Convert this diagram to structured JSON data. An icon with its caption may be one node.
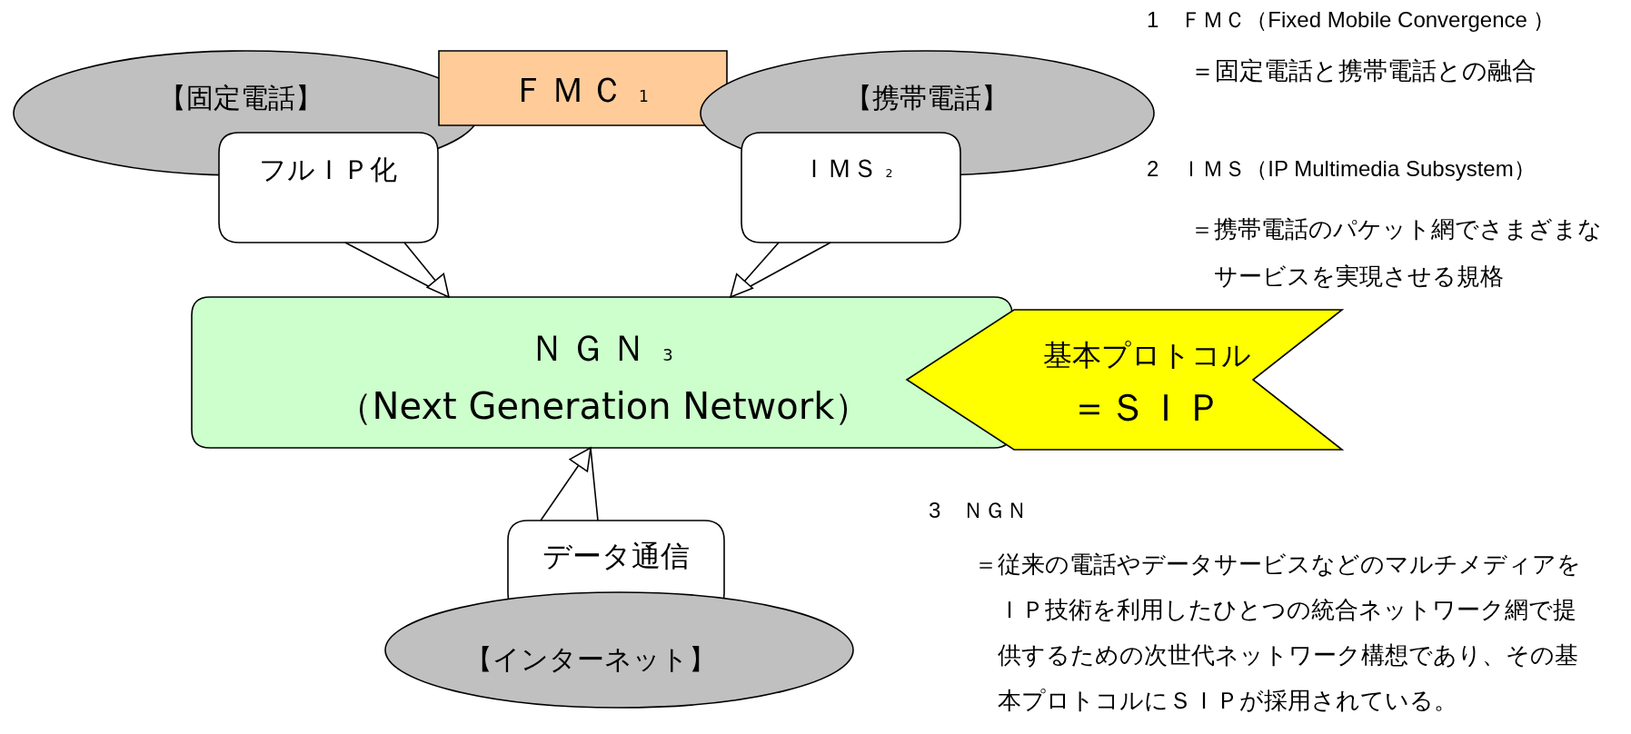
{
  "diagram": {
    "nodes": [
      {
        "text": [
          "【固定電話】"
        ]
      },
      {
        "text": [
          "ＦＭＣ$_{1}$"
        ]
      },
      {
        "text": [
          "【携帯電話】"
        ]
      },
      {
        "text": [
          "フルＩＰ化"
        ]
      },
      {
        "text": [
          "ＩＭＳ$_{2}$"
        ]
      },
      {
        "text": [
          "ＮＧＮ$_{3}$",
          "（Next Generation Network）"
        ]
      },
      {
        "text": [
          "基本プロトコル",
          "＝ＳＩＰ"
        ]
      },
      {
        "text": [
          "データ通信"
        ]
      },
      {
        "text": [
          "【インターネット】"
        ]
      }
    ],
    "edges": [
      {
        "from": 3,
        "to": 5,
        "arrow": "to"
      },
      {
        "from": 4,
        "to": 5,
        "arrow": "to"
      },
      {
        "from": 7,
        "to": 5,
        "arrow": "to"
      }
    ],
    "labels": [
      "1　ＦＭＣ（Fixed Mobile Convergence ）",
      "＝固定電話と携帯電話との融合",
      "2　ＩＭＳ（IP Multimedia Subsystem）",
      "＝携帯電話のパケット網でさまざまなサービスを実現させる規格",
      "3　ＮＧＮ",
      "＝従来の電話やデータサービスなどのマルチメディアをＩＰ技術を利用したひとつの統合ネットワーク網で提供するための次世代ネットワーク構想であり、その基本プロトコルにＳＩＰが採用されている。"
    ]
  }
}
